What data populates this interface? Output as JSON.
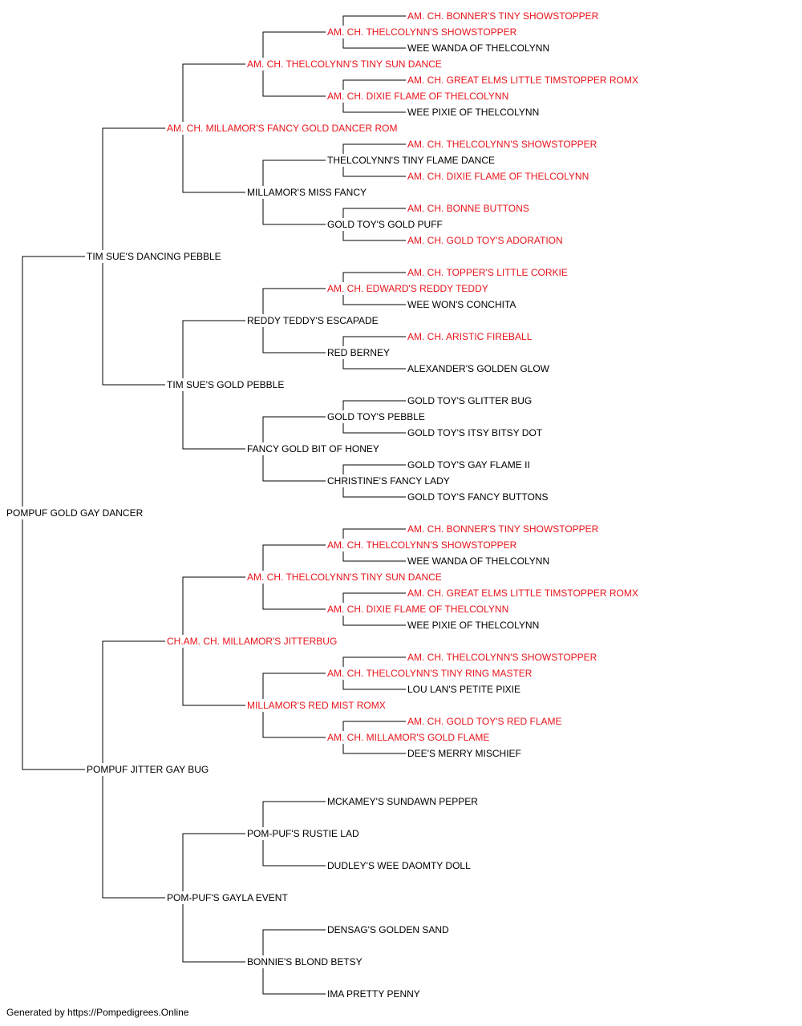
{
  "colors": {
    "champion": "#e8141b",
    "normal": "#000000",
    "line": "#000000"
  },
  "footer": "Generated by https://Pompedigrees.Online",
  "pedigree": {
    "name": "POMPUF GOLD GAY DANCER",
    "champion": false,
    "sire": {
      "name": "TIM SUE'S DANCING PEBBLE",
      "champion": false,
      "sire": {
        "name": "AM. CH. MILLAMOR'S FANCY GOLD DANCER ROM",
        "champion": true,
        "sire": {
          "name": "AM. CH. THELCOLYNN'S TINY SUN DANCE",
          "champion": true,
          "sire": {
            "name": "AM. CH. THELCOLYNN'S SHOWSTOPPER",
            "champion": true,
            "sire": {
              "name": "AM. CH. BONNER'S TINY SHOWSTOPPER",
              "champion": true
            },
            "dam": {
              "name": "WEE WANDA OF THELCOLYNN",
              "champion": false
            }
          },
          "dam": {
            "name": "AM. CH. DIXIE FLAME OF THELCOLYNN",
            "champion": true,
            "sire": {
              "name": "AM. CH. GREAT ELMS LITTLE TIMSTOPPER ROMX",
              "champion": true
            },
            "dam": {
              "name": "WEE PIXIE OF THELCOLYNN",
              "champion": false
            }
          }
        },
        "dam": {
          "name": "MILLAMOR'S MISS FANCY",
          "champion": false,
          "sire": {
            "name": "THELCOLYNN'S TINY FLAME DANCE",
            "champion": false,
            "sire": {
              "name": "AM. CH. THELCOLYNN'S SHOWSTOPPER",
              "champion": true
            },
            "dam": {
              "name": "AM. CH. DIXIE FLAME OF THELCOLYNN",
              "champion": true
            }
          },
          "dam": {
            "name": "GOLD TOY'S GOLD PUFF",
            "champion": false,
            "sire": {
              "name": "AM. CH. BONNE BUTTONS",
              "champion": true
            },
            "dam": {
              "name": "AM. CH. GOLD TOY'S ADORATION",
              "champion": true
            }
          }
        }
      },
      "dam": {
        "name": "TIM SUE'S GOLD PEBBLE",
        "champion": false,
        "sire": {
          "name": "REDDY TEDDY'S ESCAPADE",
          "champion": false,
          "sire": {
            "name": "AM. CH. EDWARD'S REDDY TEDDY",
            "champion": true,
            "sire": {
              "name": "AM. CH. TOPPER'S LITTLE CORKIE",
              "champion": true
            },
            "dam": {
              "name": "WEE WON'S CONCHITA",
              "champion": false
            }
          },
          "dam": {
            "name": "RED BERNEY",
            "champion": false,
            "sire": {
              "name": "AM. CH. ARISTIC FIREBALL",
              "champion": true
            },
            "dam": {
              "name": "ALEXANDER'S GOLDEN GLOW",
              "champion": false
            }
          }
        },
        "dam": {
          "name": "FANCY GOLD BIT OF HONEY",
          "champion": false,
          "sire": {
            "name": "GOLD TOY'S PEBBLE",
            "champion": false,
            "sire": {
              "name": "GOLD TOY'S GLITTER BUG",
              "champion": false
            },
            "dam": {
              "name": "GOLD TOY'S ITSY BITSY DOT",
              "champion": false
            }
          },
          "dam": {
            "name": "CHRISTINE'S FANCY LADY",
            "champion": false,
            "sire": {
              "name": "GOLD TOY'S GAY FLAME II",
              "champion": false
            },
            "dam": {
              "name": "GOLD TOY'S FANCY BUTTONS",
              "champion": false
            }
          }
        }
      }
    },
    "dam": {
      "name": "POMPUF JITTER GAY BUG",
      "champion": false,
      "sire": {
        "name": "CH.AM. CH. MILLAMOR'S JITTERBUG",
        "champion": true,
        "sire": {
          "name": "AM. CH. THELCOLYNN'S TINY SUN DANCE",
          "champion": true,
          "sire": {
            "name": "AM. CH. THELCOLYNN'S SHOWSTOPPER",
            "champion": true,
            "sire": {
              "name": "AM. CH. BONNER'S TINY SHOWSTOPPER",
              "champion": true
            },
            "dam": {
              "name": "WEE WANDA OF THELCOLYNN",
              "champion": false
            }
          },
          "dam": {
            "name": "AM. CH. DIXIE FLAME OF THELCOLYNN",
            "champion": true,
            "sire": {
              "name": "AM. CH. GREAT ELMS LITTLE TIMSTOPPER ROMX",
              "champion": true
            },
            "dam": {
              "name": "WEE PIXIE OF THELCOLYNN",
              "champion": false
            }
          }
        },
        "dam": {
          "name": "MILLAMOR'S RED MIST ROMX",
          "champion": true,
          "sire": {
            "name": "AM. CH. THELCOLYNN'S TINY RING MASTER",
            "champion": true,
            "sire": {
              "name": "AM. CH. THELCOLYNN'S SHOWSTOPPER",
              "champion": true
            },
            "dam": {
              "name": "LOU LAN'S PETITE PIXIE",
              "champion": false
            }
          },
          "dam": {
            "name": "AM. CH. MILLAMOR'S GOLD FLAME",
            "champion": true,
            "sire": {
              "name": "AM. CH. GOLD TOY'S RED FLAME",
              "champion": true
            },
            "dam": {
              "name": "DEE'S MERRY MISCHIEF",
              "champion": false
            }
          }
        }
      },
      "dam": {
        "name": "POM-PUF'S GAYLA EVENT",
        "champion": false,
        "sire": {
          "name": "POM-PUF'S RUSTIE LAD",
          "champion": false,
          "sire": {
            "name": "MCKAMEY'S SUNDAWN PEPPER",
            "champion": false
          },
          "dam": {
            "name": "DUDLEY'S WEE DAOMTY DOLL",
            "champion": false
          }
        },
        "dam": {
          "name": "BONNIE'S BLOND BETSY",
          "champion": false,
          "sire": {
            "name": "DENSAG'S GOLDEN SAND",
            "champion": false
          },
          "dam": {
            "name": "IMA PRETTY PENNY",
            "champion": false
          }
        }
      }
    }
  }
}
